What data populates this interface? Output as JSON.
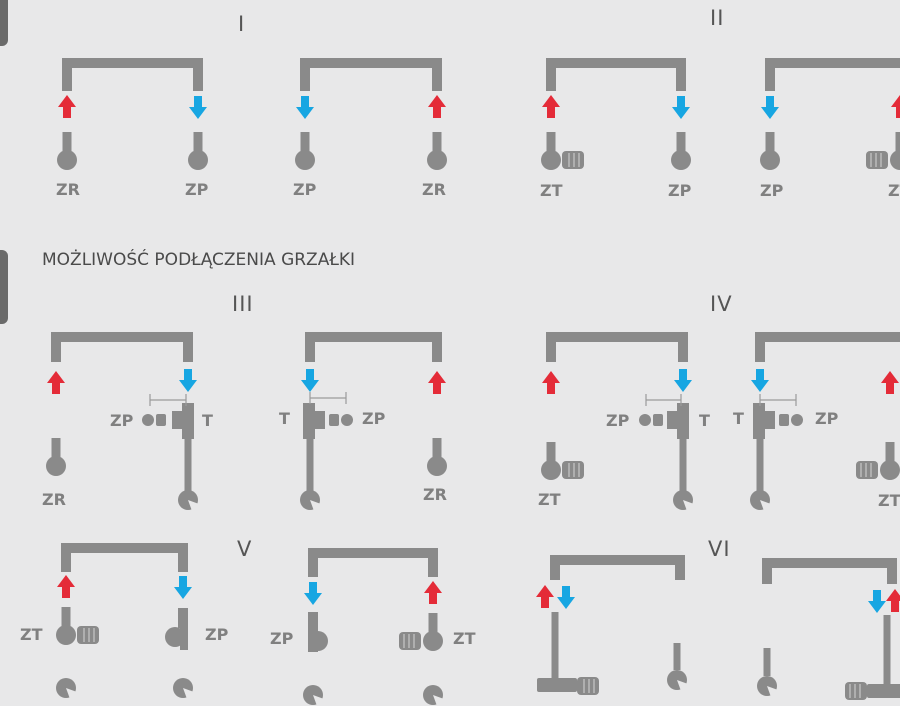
{
  "heading": "MOŻLIWOŚĆ PODŁĄCZENIA GRZAŁKI",
  "sections": {
    "s1": "I",
    "s2": "II",
    "s3": "III",
    "s4": "IV",
    "s5": "V",
    "s6": "VI"
  },
  "labels": {
    "zr": "ZR",
    "zp": "ZP",
    "zt": "ZT",
    "t": "T"
  },
  "colors": {
    "pipe": "#8a8a8a",
    "supply_arrow": "#e42b38",
    "return_arrow": "#17a6e2",
    "background": "#e8e8e9"
  },
  "icons": {
    "supply": "red-up-arrow-icon",
    "return": "blue-down-arrow-icon",
    "valve": "valve-icon",
    "thermostat": "thermostatic-head-icon",
    "heater": "heater-icon"
  }
}
